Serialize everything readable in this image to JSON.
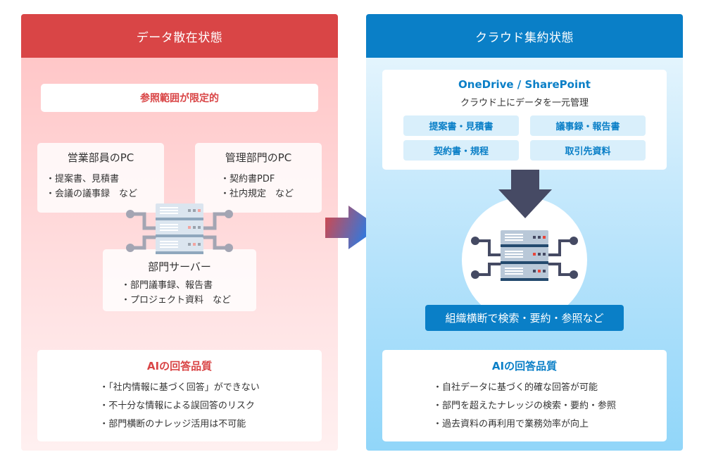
{
  "left": {
    "header": "データ散在状態",
    "limited_label": "参照範囲が限定的",
    "sources": [
      {
        "title": "営業部員のPC",
        "items": [
          "・提案書、見積書",
          "・会議の議事録　など"
        ]
      },
      {
        "title": "管理部門のPC",
        "items": [
          "・契約書PDF",
          "・社内規定　など"
        ]
      },
      {
        "title": "部門サーバー",
        "items": [
          "・部門議事録、報告書",
          "・プロジェクト資料　など"
        ]
      }
    ],
    "quality": {
      "title": "AIの回答品質",
      "items": [
        "・「社内情報に基づく回答」ができない",
        "・不十分な情報による誤回答のリスク",
        "・部門横断のナレッジ活用は不可能"
      ]
    }
  },
  "right": {
    "header": "クラウド集約状態",
    "cloud": {
      "title": "OneDrive / SharePoint",
      "subtitle": "クラウド上にデータを一元管理",
      "tags": [
        "提案書・見積書",
        "議事録・報告書",
        "契約書・規程",
        "取引先資料"
      ]
    },
    "search_label": "組織横断で検索・要約・参照など",
    "quality": {
      "title": "AIの回答品質",
      "items": [
        "・自社データに基づく的確な回答が可能",
        "・部門を超えたナレッジの検索・要約・参照",
        "・過去資料の再利用で業務効率が向上"
      ]
    }
  },
  "icons": {
    "transition_arrow": "right-arrow-icon",
    "down_arrow": "down-arrow-icon",
    "server": "server-icon"
  },
  "colors": {
    "left_accent": "#d94546",
    "right_accent": "#0a7fc7",
    "arrow_dark": "#464a64"
  }
}
